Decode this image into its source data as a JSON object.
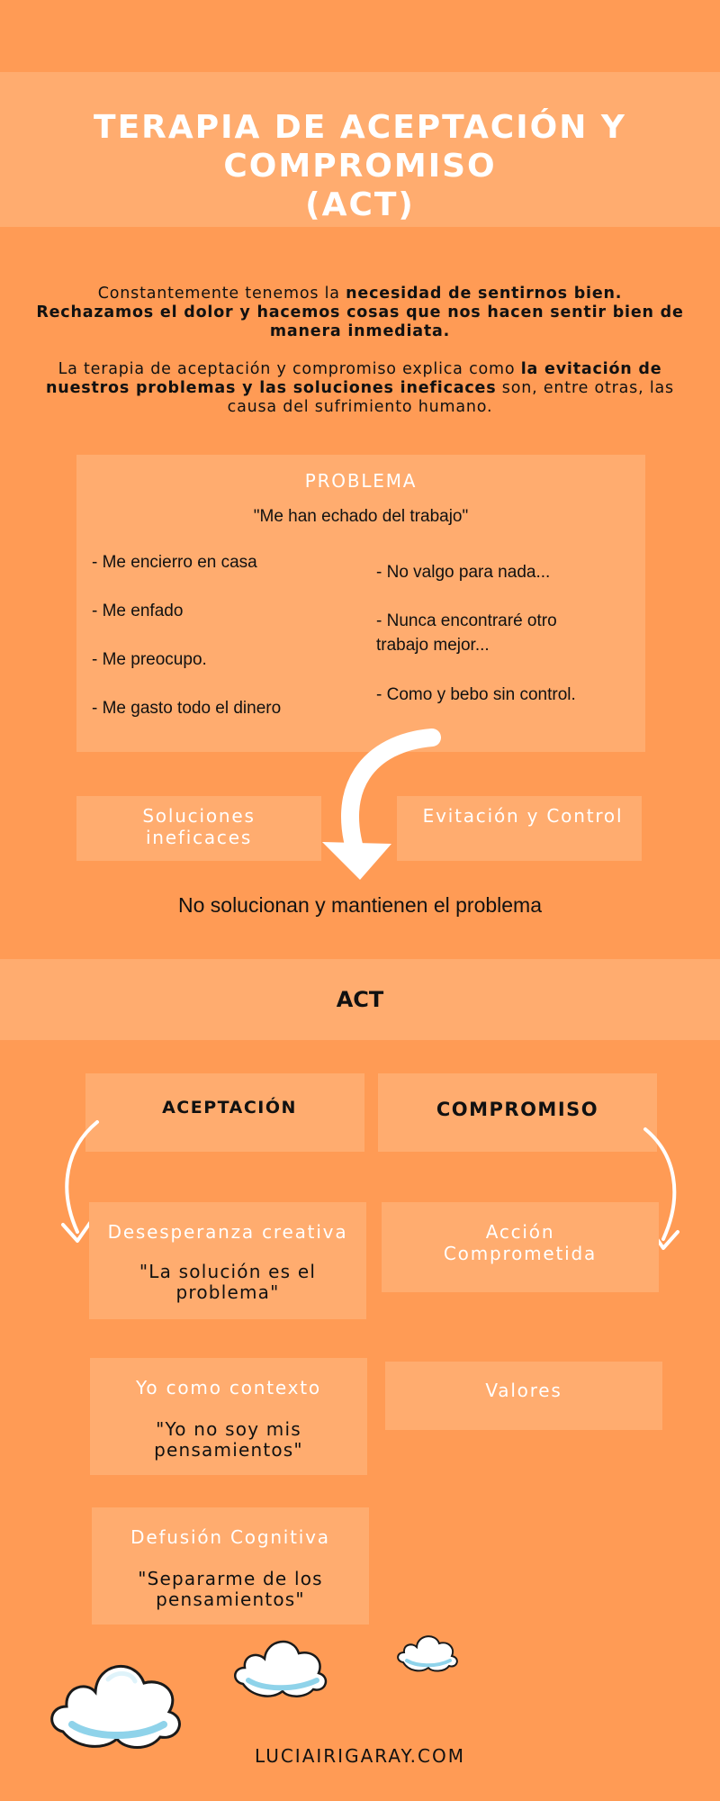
{
  "header": {
    "title_line1": "TERAPIA DE ACEPTACIÓN Y",
    "title_line2": "COMPROMISO",
    "title_line3": "(ACT)"
  },
  "intro": {
    "p1_a": "Constantemente tenemos la ",
    "p1_b": "necesidad de sentirnos bien.",
    "p1_c": "Rechazamos el dolor y hacemos cosas que nos hacen sentir bien de manera inmediata.",
    "p2_a": "La terapia de aceptación y compromiso explica como ",
    "p2_b": "la evitación de nuestros problemas y las soluciones ineficaces",
    "p2_c": " son, entre otras, las causa del sufrimiento humano."
  },
  "problema": {
    "label": "PROBLEMA",
    "quote": "\"Me han echado del trabajo\"",
    "left": [
      "- Me encierro en casa",
      "- Me enfado",
      "- Me preocupo.",
      "- Me gasto todo el dinero"
    ],
    "right": [
      "- No valgo para nada...",
      "- Nunca encontraré otro trabajo mejor...",
      "- Como y bebo sin control."
    ]
  },
  "solutions": {
    "ineficaces": "Soluciones ineficaces",
    "evitacion": "Evitación y Control",
    "conclusion": "No solucionan y mantienen el problema"
  },
  "act": {
    "label": "ACT",
    "aceptacion": "ACEPTACIÓN",
    "compromiso": "COMPROMISO",
    "desesperanza_title": "Desesperanza creativa",
    "desesperanza_quote": "\"La solución es el problema\"",
    "yo_title": "Yo como contexto",
    "yo_quote": "\"Yo no soy mis pensamientos\"",
    "defusion_title": "Defusión Cognitiva",
    "defusion_quote": "\"Separarme de los pensamientos\"",
    "accion_title": "Acción Comprometida",
    "valores_title": "Valores"
  },
  "footer": {
    "site": "LUCIAIRIGARAY.COM"
  },
  "colors": {
    "background": "#ff9b55",
    "panel": "#ffac6f",
    "cloud_outline": "#8fd3ea"
  }
}
